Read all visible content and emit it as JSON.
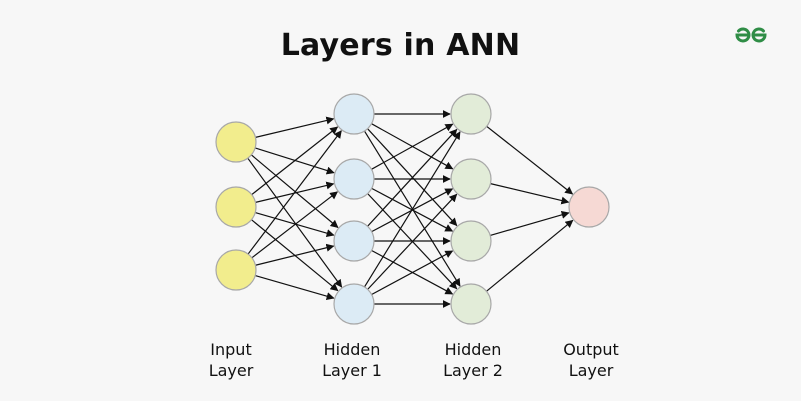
{
  "title": "Layers in ANN",
  "logo": {
    "icon": "geeksforgeeks-logo-icon",
    "color": "#2f8d46"
  },
  "layers": [
    {
      "label_line1": "Input",
      "label_line2": "Layer",
      "nodes": 3,
      "fill": "#f2ed8d",
      "stroke": "#a8a8a8"
    },
    {
      "label_line1": "Hidden",
      "label_line2": "Layer 1",
      "nodes": 4,
      "fill": "#dcebf5",
      "stroke": "#a8a8a8"
    },
    {
      "label_line1": "Hidden",
      "label_line2": "Layer 2",
      "nodes": 4,
      "fill": "#e2ecd8",
      "stroke": "#a8a8a8"
    },
    {
      "label_line1": "Output",
      "label_line2": "Layer",
      "nodes": 1,
      "fill": "#f6d9d4",
      "stroke": "#a8a8a8"
    }
  ],
  "connections": "fully-connected",
  "edge_color": "#111111"
}
